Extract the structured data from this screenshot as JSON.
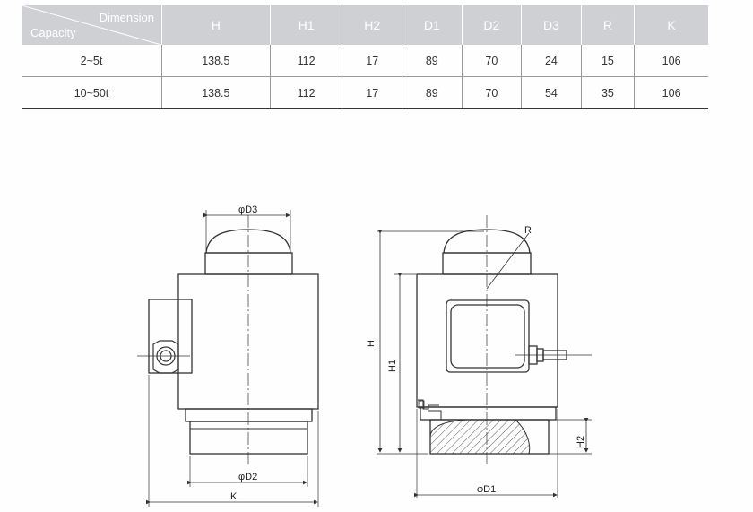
{
  "table": {
    "corner_top": "Dimension",
    "corner_bottom": "Capacity",
    "headers": [
      "H",
      "H1",
      "H2",
      "D1",
      "D2",
      "D3",
      "R",
      "K"
    ],
    "rows": [
      {
        "capacity": "2~5t",
        "values": [
          "138.5",
          "112",
          "17",
          "89",
          "70",
          "24",
          "15",
          "106"
        ]
      },
      {
        "capacity": "10~50t",
        "values": [
          "138.5",
          "112",
          "17",
          "89",
          "70",
          "54",
          "35",
          "106"
        ]
      }
    ]
  },
  "drawing": {
    "front_labels": {
      "d3": "φD3",
      "d2": "φD2",
      "k": "K"
    },
    "side_labels": {
      "r": "R",
      "h": "H",
      "h1": "H1",
      "h2": "H2",
      "d1": "φD1"
    }
  }
}
